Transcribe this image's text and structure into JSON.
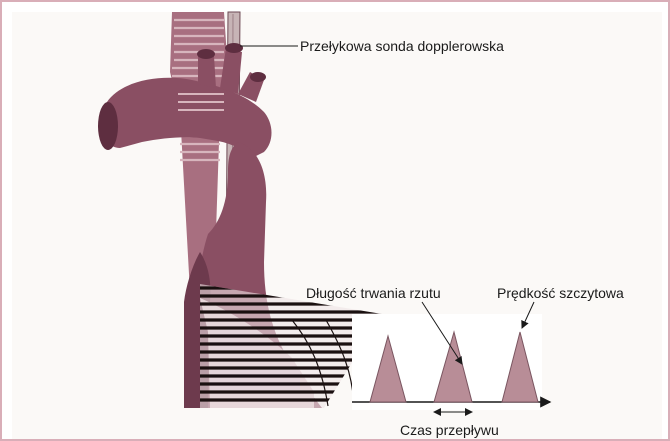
{
  "labels": {
    "probe": "Przełykowa sonda dopplerowska",
    "duration": "Długość trwania rzutu",
    "peak_velocity": "Prędkość szczytowa",
    "flow_time": "Czas przepływu"
  },
  "colors": {
    "vessel": "#8a4f63",
    "vessel_dark": "#5e2e40",
    "esophagus": "#c9a6ae",
    "probe": "#c7b4b6",
    "trace": "#b88d97",
    "border": "#d9aeb8",
    "background": "#fbf9f7"
  },
  "chart_data": {
    "type": "diagram",
    "waveform_peaks": 3
  }
}
